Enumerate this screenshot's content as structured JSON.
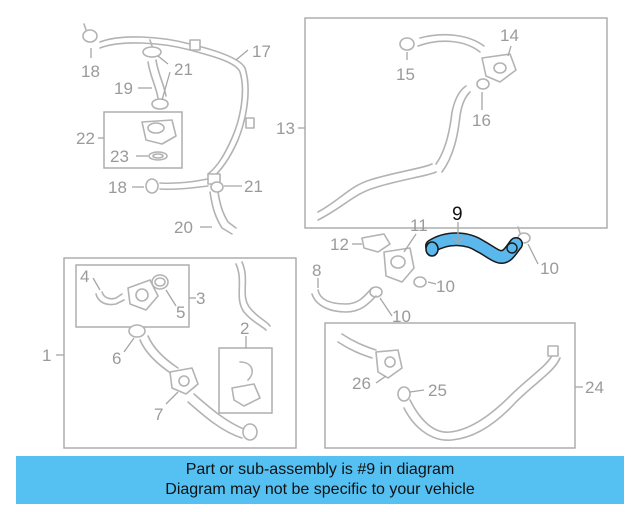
{
  "diagram": {
    "callouts": {
      "c1": "1",
      "c2": "2",
      "c3": "3",
      "c4": "4",
      "c5": "5",
      "c6": "6",
      "c7": "7",
      "c8": "8",
      "c9": "9",
      "c10a": "10",
      "c10b": "10",
      "c10c": "10",
      "c11": "11",
      "c12": "12",
      "c13": "13",
      "c14": "14",
      "c15": "15",
      "c16": "16",
      "c17": "17",
      "c18a": "18",
      "c18b": "18",
      "c19": "19",
      "c20": "20",
      "c21a": "21",
      "c21b": "21",
      "c22": "22",
      "c23": "23",
      "c24": "24",
      "c25": "25",
      "c26": "26"
    },
    "highlight_color": "#5bb8ec",
    "outline_color": "#1a1a1a"
  },
  "banner": {
    "line1": "Part or sub-assembly is #9 in diagram",
    "line2": "Diagram may not be specific to your vehicle",
    "background": "#55c0f2"
  }
}
